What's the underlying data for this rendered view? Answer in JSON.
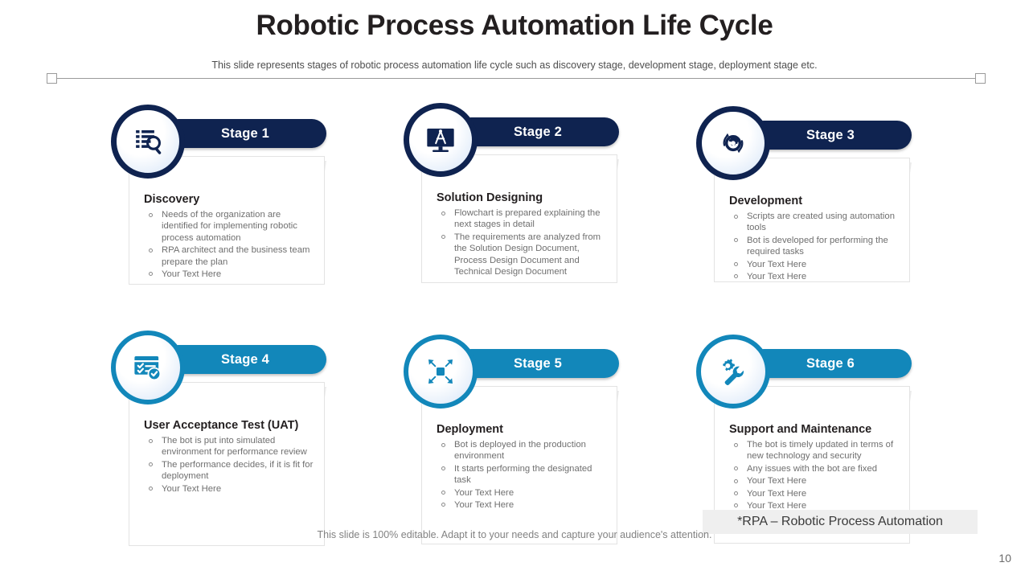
{
  "header": {
    "title": "Robotic Process Automation Life Cycle",
    "subtitle": "This slide represents stages of robotic process automation life cycle such as discovery stage, development stage, deployment stage etc."
  },
  "colors": {
    "navy": "#0f2350",
    "blue": "#1287ba",
    "title_text": "#231f20",
    "body_text": "#6f6f6f"
  },
  "stages": [
    {
      "pill_label": "Stage 1",
      "heading": "Discovery",
      "icon": "document-magnifier-icon",
      "theme": "navy",
      "bullets": [
        "Needs of the organization are identified for implementing robotic process automation",
        "RPA architect and the business team prepare the plan",
        "Your Text Here"
      ]
    },
    {
      "pill_label": "Stage 2",
      "heading": "Solution Designing",
      "icon": "monitor-compass-icon",
      "theme": "navy",
      "bullets": [
        "Flowchart is prepared explaining the next stages in detail",
        "The requirements are analyzed from the Solution Design Document, Process Design Document and Technical Design Document"
      ]
    },
    {
      "pill_label": "Stage 3",
      "heading": "Development",
      "icon": "gear-refresh-icon",
      "theme": "navy",
      "bullets": [
        "Scripts are created using automation tools",
        "Bot is developed for performing the required tasks",
        "Your Text Here",
        "Your Text Here"
      ]
    },
    {
      "pill_label": "Stage 4",
      "heading": "User Acceptance Test (UAT)",
      "icon": "checklist-verified-icon",
      "theme": "blue",
      "bullets": [
        "The bot is put into simulated environment for performance review",
        "The performance decides, if it is fit for deployment",
        "Your Text Here"
      ]
    },
    {
      "pill_label": "Stage 5",
      "heading": "Deployment",
      "icon": "expand-arrows-icon",
      "theme": "blue",
      "bullets": [
        "Bot is deployed in the production environment",
        "It starts performing the designated task",
        "Your Text Here",
        "Your Text Here"
      ]
    },
    {
      "pill_label": "Stage 6",
      "heading": "Support and Maintenance",
      "icon": "gear-wrench-icon",
      "theme": "blue",
      "bullets": [
        "The bot is timely updated in terms of new technology and security",
        "Any issues with the bot are fixed",
        "Your Text Here",
        "Your Text Here",
        "Your Text Here"
      ]
    }
  ],
  "footer": {
    "footnote": "*RPA – Robotic Process Automation",
    "editable_note": "This slide is 100% editable. Adapt it to your needs and capture your audience's attention.",
    "page_number": "10"
  }
}
